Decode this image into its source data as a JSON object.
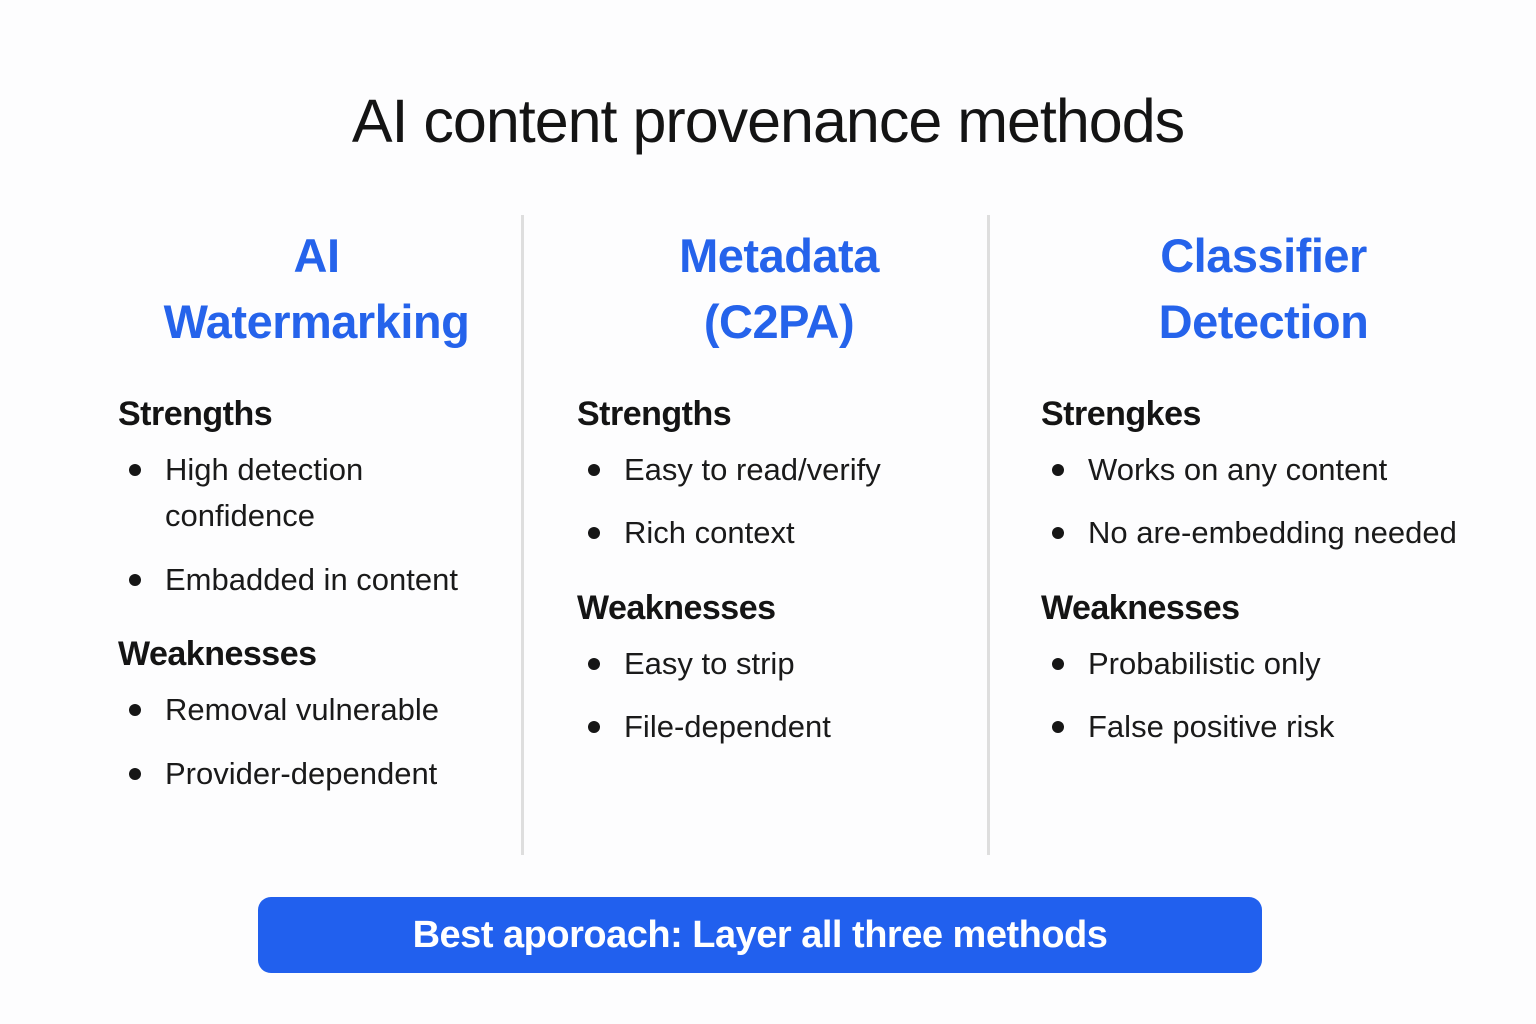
{
  "title": "AI content provenance methods",
  "colors": {
    "accent_blue": "#2563eb",
    "banner_blue": "#2160ee",
    "text_dark": "#141414",
    "divider_gray": "#dedede",
    "banner_text": "#ffffff"
  },
  "columns": [
    {
      "header": "AI\nWatermarking",
      "sections": [
        {
          "heading": "Strengths",
          "bullets": [
            "High detection confidence",
            "Embadded in content"
          ]
        },
        {
          "heading": "Weaknesses",
          "bullets": [
            "Removal vulnerable",
            "Provider-dependent"
          ]
        }
      ]
    },
    {
      "header": "Metadata\n(C2PA)",
      "sections": [
        {
          "heading": "Strengths",
          "bullets": [
            "Easy to read/verify",
            "Rich context"
          ]
        },
        {
          "heading": "Weaknesses",
          "bullets": [
            "Easy to strip",
            "File-dependent"
          ]
        }
      ]
    },
    {
      "header": "Classifier\nDetection",
      "sections": [
        {
          "heading": "Strengkes",
          "bullets": [
            "Works on any content",
            "No are-embedding needed"
          ]
        },
        {
          "heading": "Weaknesses",
          "bullets": [
            "Probabilistic only",
            "False positive risk"
          ]
        }
      ]
    }
  ],
  "banner": {
    "label": "Best aporoach: Layer all three methods"
  }
}
